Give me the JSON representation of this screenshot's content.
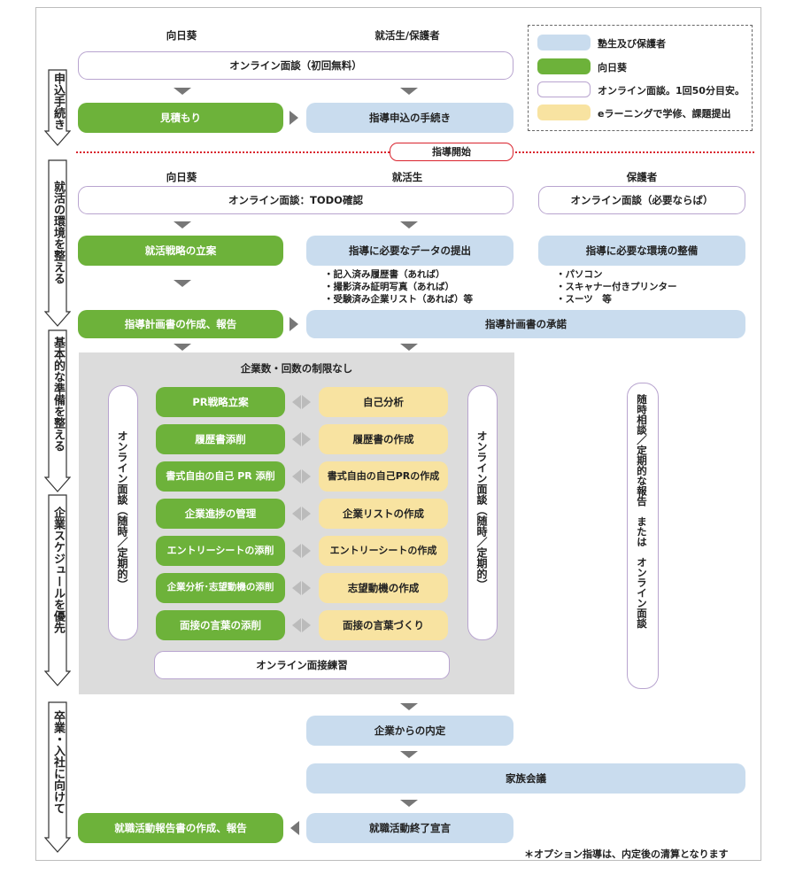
{
  "legend": {
    "items": [
      {
        "label": "塾生及び保護者",
        "color": "#c9dcee"
      },
      {
        "label": "向日葵",
        "color": "#6db23a"
      },
      {
        "label": "オンライン面談。1回50分目安。",
        "color": "#ffffff"
      },
      {
        "label": "eラーニングで学修、課題提出",
        "color": "#f8e3a1"
      }
    ]
  },
  "phases": [
    {
      "label": "申込手続き"
    },
    {
      "label": "就活の環境を整える"
    },
    {
      "label": "基本的な準備を整える"
    },
    {
      "label": "企業スケジュールを優先"
    },
    {
      "label": "卒業・入社に向けて"
    }
  ],
  "section1": {
    "col_himawari": "向日葵",
    "col_student_parent": "就活生/保護者",
    "online": "オンライン面談（初回無料）",
    "estimate": "見積もり",
    "application": "指導申込の手続き"
  },
  "start_label": "指導開始",
  "section2": {
    "col_himawari": "向日葵",
    "col_student": "就活生",
    "col_parent": "保護者",
    "online_todo": "オンライン面談：TODO確認",
    "online_parent": "オンライン面談（必要ならば）",
    "strategy": "就活戦略の立案",
    "data_submit": "指導に必要なデータの提出",
    "env_setup": "指導に必要な環境の整備",
    "student_notes": [
      "・記入済み履歴書（あれば）",
      "・撮影済み証明写真（あれば）",
      "・受験済み企業リスト（あれば）等"
    ],
    "parent_notes": [
      "・パソコン",
      "・スキャナー付きプリンター",
      "・スーツ　等"
    ],
    "plan_create": "指導計画書の作成、報告",
    "plan_approve": "指導計画書の承諾"
  },
  "section3": {
    "title": "企業数・回数の制限なし",
    "online_left": "オンライン面談（随時／定期的）",
    "online_right": "オンライン面談（随時／定期的）",
    "rows": [
      {
        "left": "PR戦略立案",
        "right": "自己分析"
      },
      {
        "left": "履歴書添削",
        "right": "履歴書の作成"
      },
      {
        "left": "書式自由の自己 PR 添削",
        "right": "書式自由の自己PRの作成"
      },
      {
        "left": "企業進捗の管理",
        "right": "企業リストの作成"
      },
      {
        "left": "エントリーシートの添削",
        "right": "エントリーシートの作成"
      },
      {
        "left": "企業分析･志望動機の添削",
        "right": "志望動機の作成"
      },
      {
        "left": "面接の言葉の添削",
        "right": "面接の言葉づくり"
      }
    ],
    "interview_practice": "オンライン面接練習",
    "side_consult": "随時相談／定期的な報告　または　オンライン面談"
  },
  "section4": {
    "offer": "企業からの内定",
    "family": "家族会議",
    "end_decl": "就職活動終了宣言",
    "report": "就職活動報告書の作成、報告"
  },
  "footnote": "＊オプション指導は、内定後の清算となります"
}
